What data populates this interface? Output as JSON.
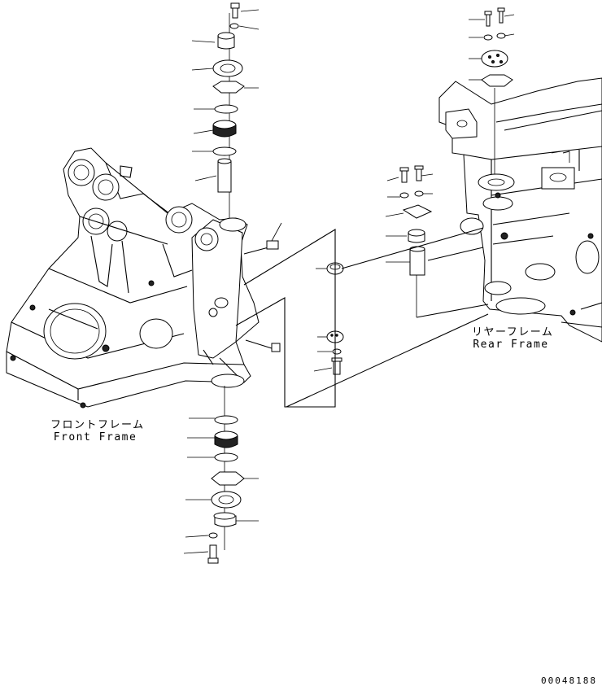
{
  "labels": {
    "front_frame_ja": "フロントフレーム",
    "front_frame_en": "Front Frame",
    "rear_frame_ja": "リヤーフレーム",
    "rear_frame_en": "Rear Frame"
  },
  "document_number": "00048188",
  "colors": {
    "line": "#000000",
    "background": "#ffffff"
  }
}
